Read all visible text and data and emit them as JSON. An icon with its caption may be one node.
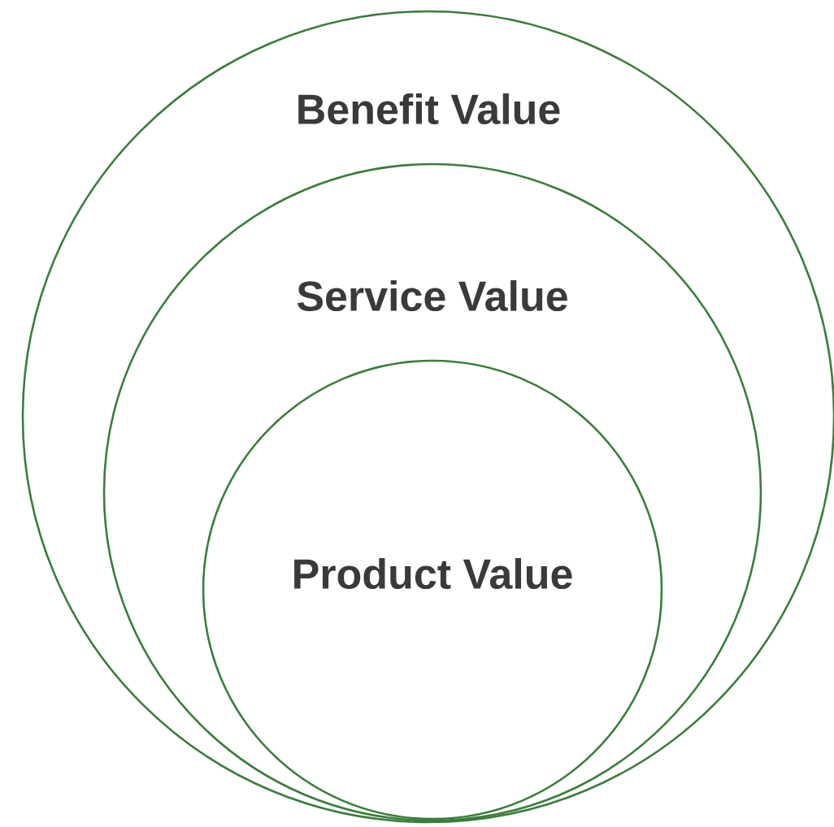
{
  "diagram": {
    "nodes": [
      {
        "text": [
          "Benefit Value"
        ]
      },
      {
        "text": [
          "Service Value"
        ],
        "in": 0
      },
      {
        "text": [
          "Product Value"
        ],
        "in": 1
      }
    ]
  }
}
